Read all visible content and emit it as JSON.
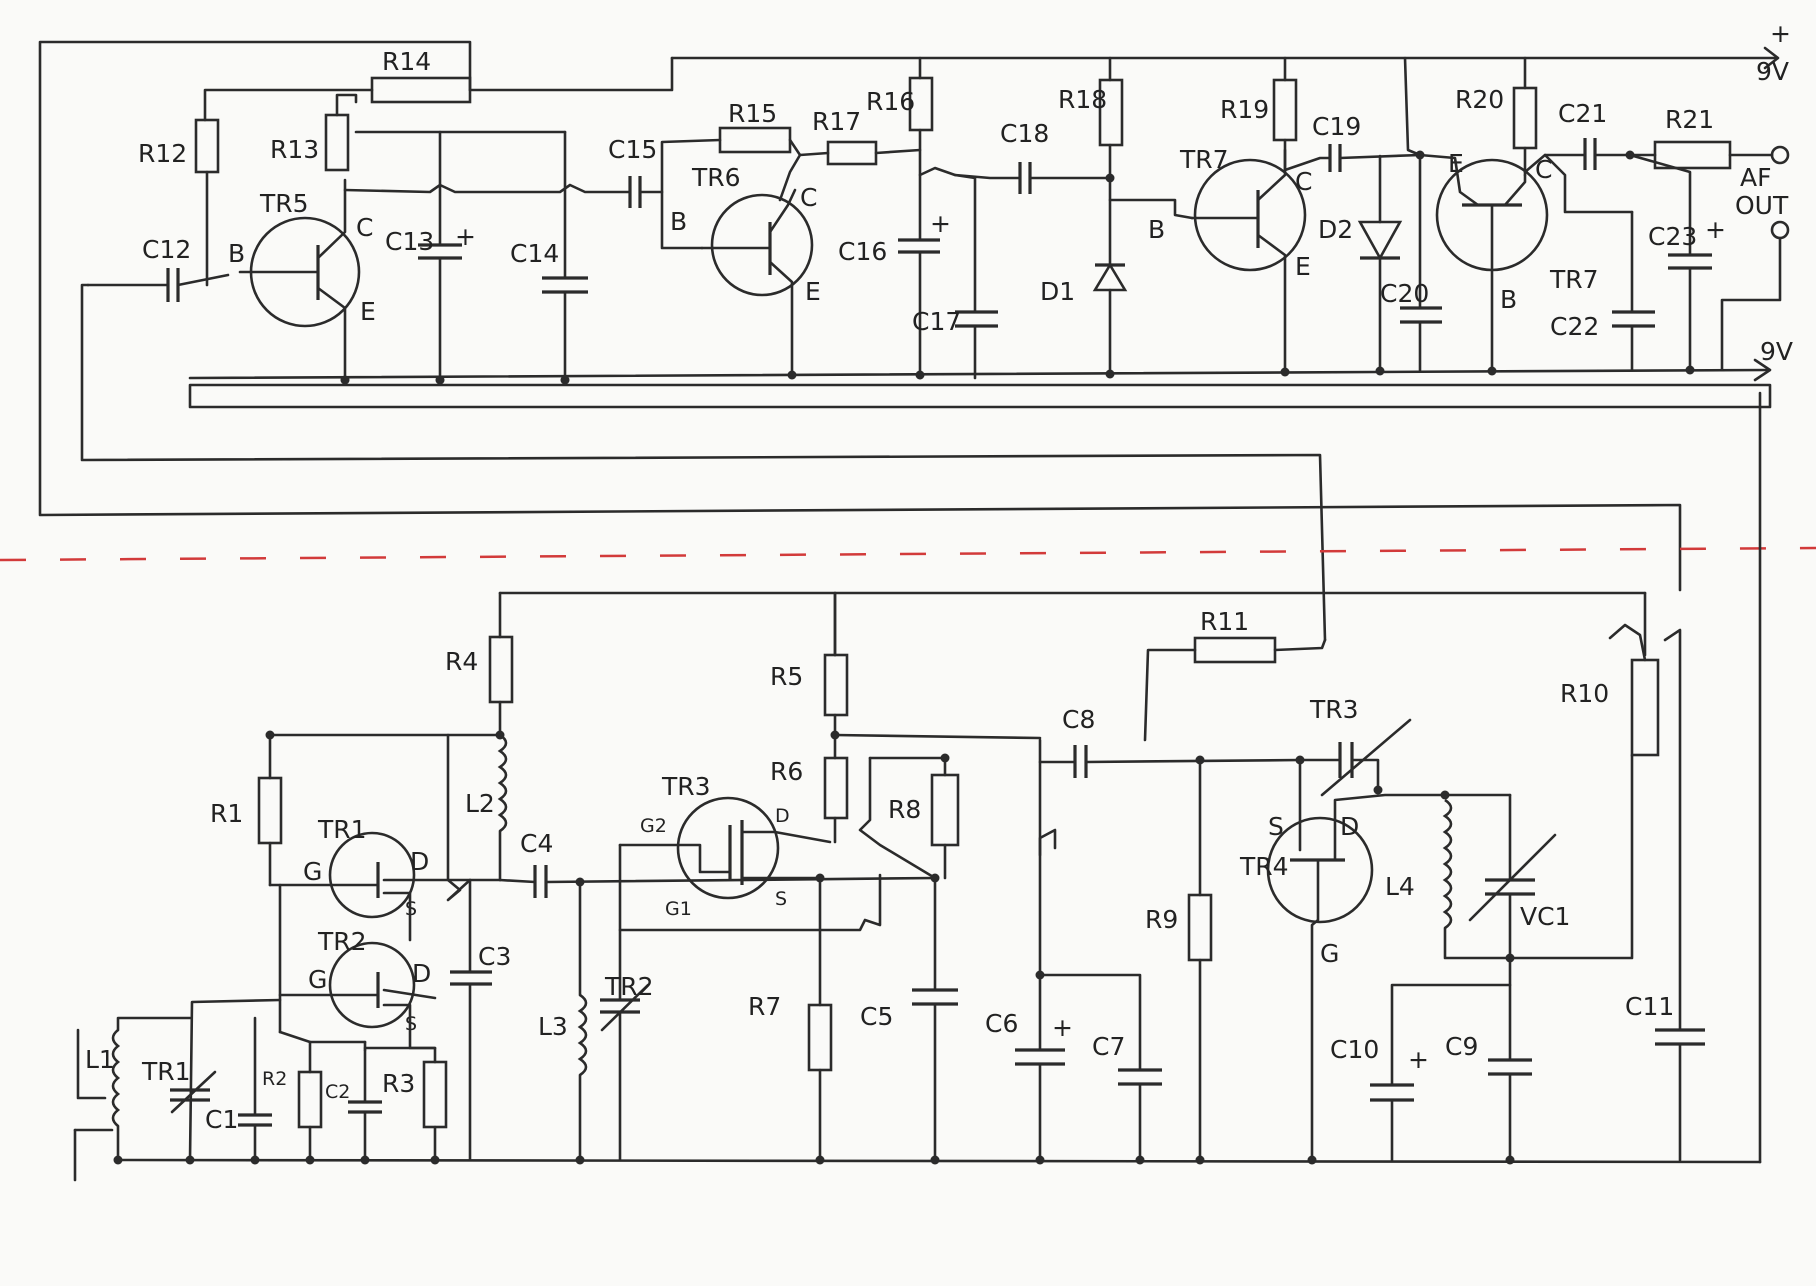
{
  "supply": {
    "plus_sign": "+",
    "plus_label": "9V",
    "minus_label": "9V"
  },
  "output": {
    "line1": "AF",
    "line2": "OUT"
  },
  "colors": {
    "ink": "#2b2b2b",
    "separator": "#d23a3a",
    "paper": "#fafaf8"
  },
  "components": {
    "R1": "R1",
    "R2": "R2",
    "R3": "R3",
    "R4": "R4",
    "R5": "R5",
    "R6": "R6",
    "R7": "R7",
    "R8": "R8",
    "R9": "R9",
    "R10": "R10",
    "R11": "R11",
    "R12": "R12",
    "R13": "R13",
    "R14": "R14",
    "R15": "R15",
    "R16": "R16",
    "R17": "R17",
    "R18": "R18",
    "R19": "R19",
    "R20": "R20",
    "R21": "R21",
    "C1": "C1",
    "C2": "C2",
    "C3": "C3",
    "C4": "C4",
    "C5": "C5",
    "C6": "C6",
    "C7": "C7",
    "C8": "C8",
    "C9": "C9",
    "C10": "C10",
    "C11": "C11",
    "C12": "C12",
    "C13": "C13",
    "C14": "C14",
    "C15": "C15",
    "C16": "C16",
    "C17": "C17",
    "C18": "C18",
    "C19": "C19",
    "C20": "C20",
    "C21": "C21",
    "C22": "C22",
    "C23": "C23",
    "TR1": "TR1",
    "TR2": "TR2",
    "TR3": "TR3",
    "TR4": "TR4",
    "TR5": "TR5",
    "TR6": "TR6",
    "TR7": "TR7",
    "TR7b": "TR7",
    "TR1trim": "TR1",
    "TR2trim": "TR2",
    "TR3trim": "TR3",
    "L1": "L1",
    "L2": "L2",
    "L3": "L3",
    "L4": "L4",
    "D1": "D1",
    "D2": "D2",
    "VC1": "VC1"
  },
  "pins": {
    "B": "B",
    "C": "C",
    "E": "E",
    "G": "G",
    "D": "D",
    "S": "S",
    "G1": "G1",
    "G2": "G2"
  },
  "polarity": {
    "plus": "+"
  }
}
